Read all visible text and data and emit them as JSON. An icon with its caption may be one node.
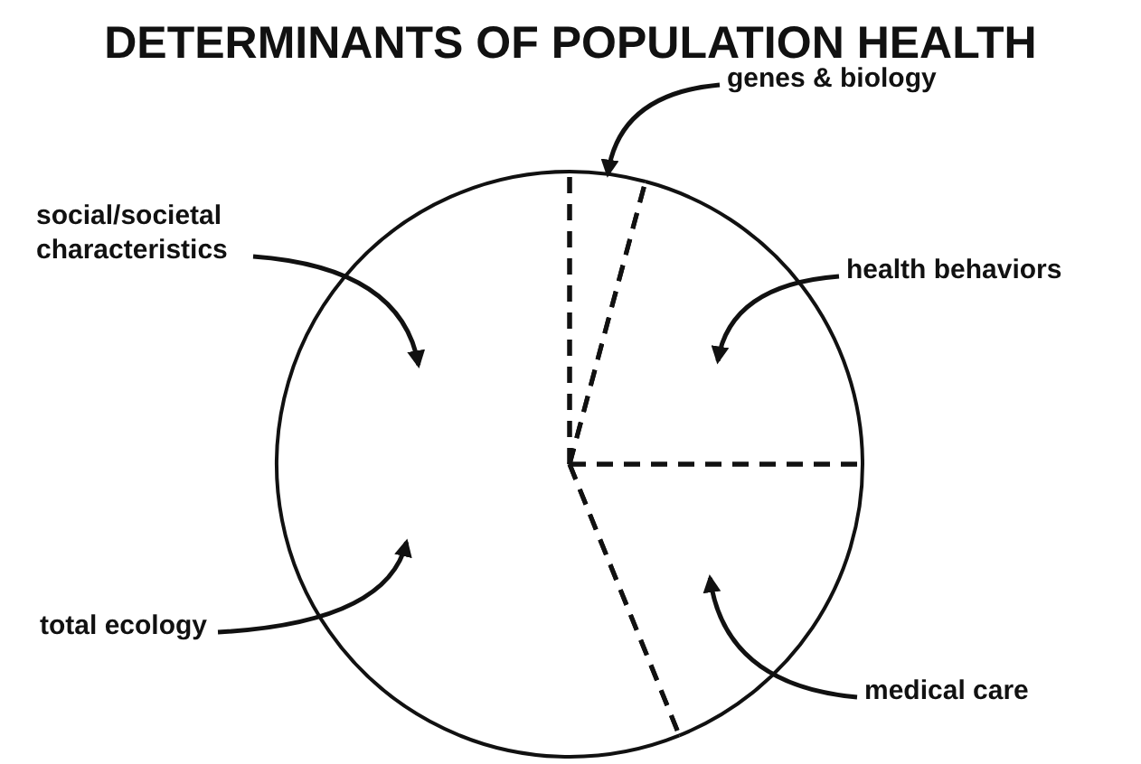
{
  "diagram": {
    "title": "DETERMINANTS OF POPULATION HEALTH",
    "nodes": [
      {
        "text": [
          "genes & biology"
        ]
      },
      {
        "text": [
          "social/societal characteristics"
        ]
      },
      {
        "text": [
          "health behaviors"
        ]
      },
      {
        "text": [
          "total ecology"
        ]
      },
      {
        "text": [
          "medical care"
        ]
      },
      {
        "text": [],
        "shape": "sector"
      },
      {
        "text": [],
        "shape": "sector"
      },
      {
        "text": [],
        "shape": "sector"
      },
      {
        "text": [],
        "shape": "sector"
      }
    ],
    "edges": [
      {
        "from": 0,
        "to": 5,
        "arrow": "to"
      },
      {
        "from": 1,
        "to": 8,
        "arrow": "to"
      },
      {
        "from": 2,
        "to": 6,
        "arrow": "to"
      },
      {
        "from": 3,
        "to": 8,
        "arrow": "to"
      },
      {
        "from": 4,
        "to": 7,
        "arrow": "to"
      }
    ]
  }
}
